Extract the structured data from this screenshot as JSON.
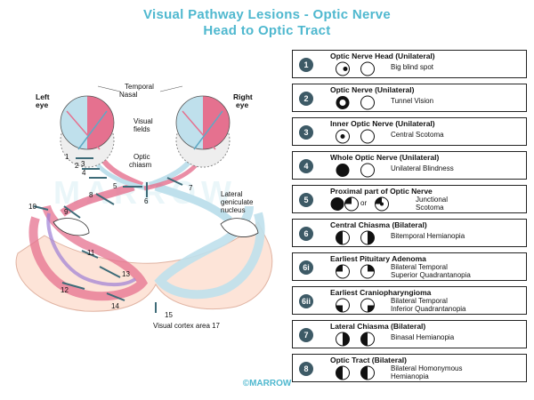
{
  "title_line1": "Visual Pathway Lesions - Optic Nerve",
  "title_line2": "Head to Optic Tract",
  "labels": {
    "left_eye_1": "Left",
    "left_eye_2": "eye",
    "right_eye_1": "Right",
    "right_eye_2": "eye",
    "temporal": "Temporal",
    "nasal": "Nasal",
    "visual_fields_1": "Visual",
    "visual_fields_2": "fields",
    "optic_chiasm_1": "Optic",
    "optic_chiasm_2": "chiasm",
    "lgn_1": "Lateral",
    "lgn_2": "geniculate",
    "lgn_3": "nucleus",
    "visual_cortex": "Visual cortex area 17"
  },
  "numbers": [
    "1",
    "2",
    "3",
    "4",
    "5",
    "6",
    "7",
    "8",
    "9",
    "10",
    "11",
    "12",
    "13",
    "14",
    "15"
  ],
  "watermark": "MARROW",
  "footer": "©MARROW",
  "colors": {
    "title": "#4fb8cf",
    "pink": "#e5718f",
    "blue": "#bfe0ec",
    "badge": "#3d5a66"
  },
  "lesions": [
    {
      "badge": "1",
      "title": "Optic Nerve Head (Unilateral)",
      "desc": [
        "Big blind spot"
      ]
    },
    {
      "badge": "2",
      "title": "Optic Nerve (Unilateral)",
      "desc": [
        "Tunnel Vision"
      ]
    },
    {
      "badge": "3",
      "title": "Inner Optic Nerve (Unilateral)",
      "desc": [
        "Central Scotoma"
      ]
    },
    {
      "badge": "4",
      "title": "Whole Optic Nerve (Unilateral)",
      "desc": [
        "Unilateral Blindness"
      ]
    },
    {
      "badge": "5",
      "title": "Proximal part of Optic Nerve",
      "desc": [
        "Junctional",
        "Scotoma"
      ],
      "or": "or"
    },
    {
      "badge": "6",
      "title": "Central Chiasma (Bilateral)",
      "desc": [
        "Bitemporal Hemianopia"
      ]
    },
    {
      "badge": "6i",
      "title": "Earliest Pituitary Adenoma",
      "desc": [
        "Bilateral Temporal",
        "Superior Quadrantanopia"
      ]
    },
    {
      "badge": "6ii",
      "title": "Earliest Craniopharyngioma",
      "desc": [
        "Bilateral Temporal",
        "Inferior Quadrantanopia"
      ]
    },
    {
      "badge": "7",
      "title": "Lateral Chiasma (Bilateral)",
      "desc": [
        "Binasal Hemianopia"
      ]
    },
    {
      "badge": "8",
      "title": "Optic Tract (Bilateral)",
      "desc": [
        "Bilateral Homonymous",
        "Hemianopia"
      ]
    }
  ]
}
